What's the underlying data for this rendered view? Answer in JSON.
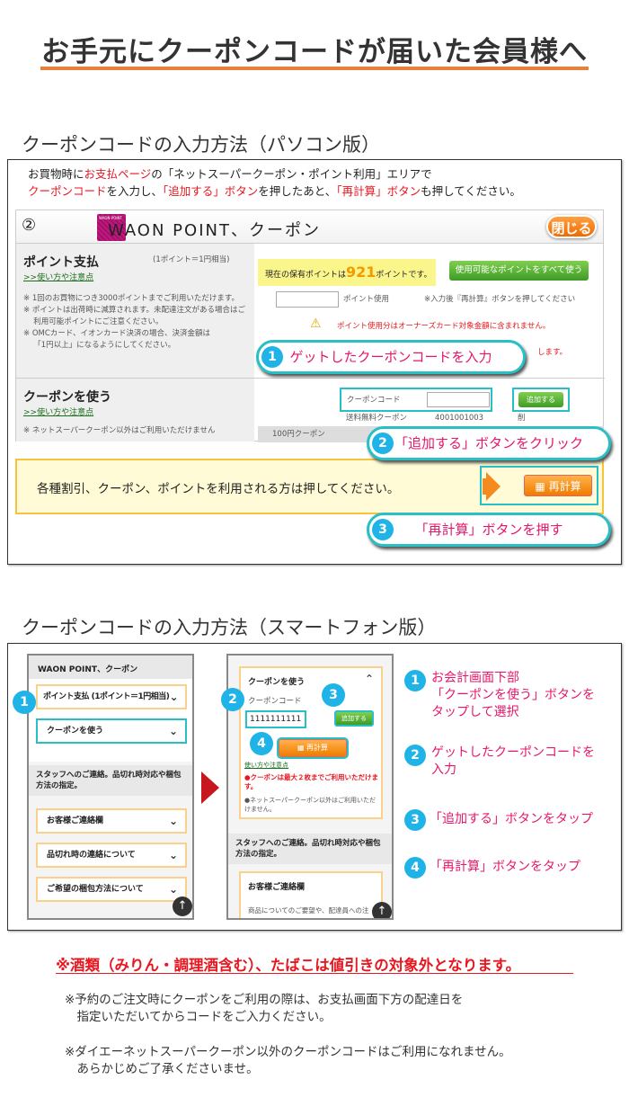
{
  "title": "お手元にクーポンコードが届いた会員様へ",
  "pc": {
    "heading": "クーポンコードの入力方法（パソコン版）",
    "intro": {
      "a": "お買物時に",
      "b": "お支払ページ",
      "c": "の「ネットスーパークーポン・ポイント利用」エリアで",
      "d": "クーポンコード",
      "e": "を入力し、",
      "f": "「追加する」ボタン",
      "g": "を押したあと、",
      "h": "「再計算」ボタン",
      "i": "も押してください。"
    },
    "panel": {
      "step": "②",
      "card_label": "WAON POINT",
      "title": "WAON POINT、クーポン",
      "close": "閉じる",
      "point_heading": "ポイント支払",
      "point_rate": "(1ポイント＝1円相当)",
      "howto": ">>使い方や注意点",
      "notes": [
        "※ 1回のお買物につき3000ポイントまでご利用いただけます。",
        "※ ポイントは出荷時に減算されます。未配達注文がある場合はご",
        "　 利用可能ポイントにご注意ください。",
        "※ OMCカード、イオンカード決済の場合、決済金額は",
        "　 「1円以上」になるようにしてください。"
      ],
      "held_a": "現在の保有ポイントは",
      "held_points": "921",
      "held_b": "ポイントです。",
      "use_all": "使用可能なポイントをすべて使う",
      "point_use": "ポイント使用",
      "point_hint": "※入力後『再計算』ボタンを押してください",
      "warn_icon": "注意",
      "warning": "ポイント使用分はオーナーズカード対象金額に含まれません。",
      "partial": "します。",
      "coupon_heading": "クーポンを使う",
      "coupon_note": "※ ネットスーパークーポン以外はご利用いただけません",
      "coupon_code_label": "クーポンコード",
      "add": "追加する",
      "row1_name": "送料無料クーポン",
      "row1_code": "4001001003",
      "row1_del": "削",
      "row2_name": "100円クーポン"
    },
    "calc_text": "各種割引、クーポン、ポイントを利用される方は押してください。",
    "calc_btn": "再計算",
    "callouts": [
      {
        "n": "1",
        "text": "ゲットしたクーポンコードを入力"
      },
      {
        "n": "2",
        "text": "「追加する」ボタンをクリック"
      },
      {
        "n": "3",
        "text": "「再計算」ボタンを押す"
      }
    ]
  },
  "sp": {
    "heading": "クーポンコードの入力方法（スマートフォン版）",
    "phone1": {
      "header": "WAON POINT、クーポン",
      "items": [
        "ポイント支払 (1ポイント＝1円相当)",
        "クーポンを使う"
      ],
      "staff": "スタッフへのご連絡。品切れ時対応や梱包方法の指定。",
      "items2": [
        "お客様ご連絡欄",
        "品切れ時の連絡について",
        "ご希望の梱包方法について"
      ]
    },
    "phone2": {
      "header": "クーポンを使う",
      "code_label": "クーポンコード",
      "code": "1111111111",
      "add": "追加する",
      "calc": "再計算",
      "howto": "使い方や注意点",
      "red": "●クーポンは最大２枚までご利用いただけます。",
      "note": "●ネットスーパークーポン以外はご利用いただけません。",
      "staff": "スタッフへのご連絡。品切れ時対応や梱包方法の指定。",
      "contact": "お客様ご連絡欄",
      "contact_text": "商品についてのご要望や、配達員への注"
    },
    "badges": [
      "1",
      "2",
      "3",
      "4"
    ],
    "steps": [
      {
        "n": "1",
        "text": "お会計画面下部\n「クーポンを使う」ボタンを\nタップして選択"
      },
      {
        "n": "2",
        "text": "ゲットしたクーポンコードを\n入力"
      },
      {
        "n": "3",
        "text": "「追加する」ボタンをタップ"
      },
      {
        "n": "4",
        "text": "「再計算」ボタンをタップ"
      }
    ]
  },
  "notice": "※酒類（みりん・調理酒含む）、たばこは値引きの対象外となります。",
  "notes": [
    "※予約のご注文時にクーポンをご利用の際は、お支払画面下方の配達日を",
    "　指定いただいてからコードをご入力ください。",
    "※ダイエーネットスーパークーポン以外のクーポンコードはご利用になれません。",
    "　あらかじめご了承くださいませ。"
  ]
}
